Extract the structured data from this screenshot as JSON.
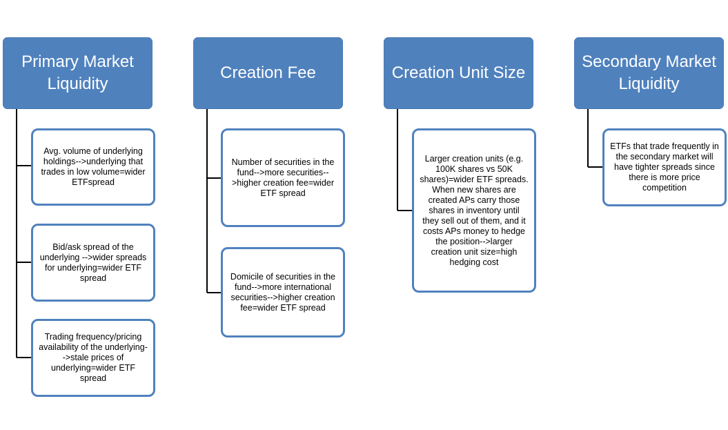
{
  "colors": {
    "header_fill": "#4f81bd",
    "header_text": "#ffffff",
    "child_border": "#4f81bd",
    "connector": "#000000"
  },
  "columns": [
    {
      "title": "Primary Market Liquidity",
      "children": [
        "Avg. volume of underlying holdings-->underlying that trades in low volume=wider ETFspread",
        "Bid/ask spread of the underlying -->wider spreads for underlying=wider ETF spread",
        "Trading frequency/pricing availability of the underlying-->stale prices of underlying=wider ETF spread"
      ]
    },
    {
      "title": "Creation Fee",
      "children": [
        "Number of securities in the fund-->more securities-->higher creation fee=wider ETF spread",
        "Domicile of securities in the fund-->more international securities-->higher creation fee=wider ETF spread"
      ]
    },
    {
      "title": "Creation Unit Size",
      "children": [
        "Larger creation units (e.g. 100K shares vs 50K shares)=wider ETF spreads. When new shares are created APs carry those shares in inventory until they sell out of them, and it costs APs money to hedge the position-->larger creation unit size=high hedging cost"
      ]
    },
    {
      "title": "Secondary Market Liquidity",
      "children": [
        "ETFs that trade frequently in the secondary market will have tighter spreads since there is more price competition"
      ]
    }
  ]
}
